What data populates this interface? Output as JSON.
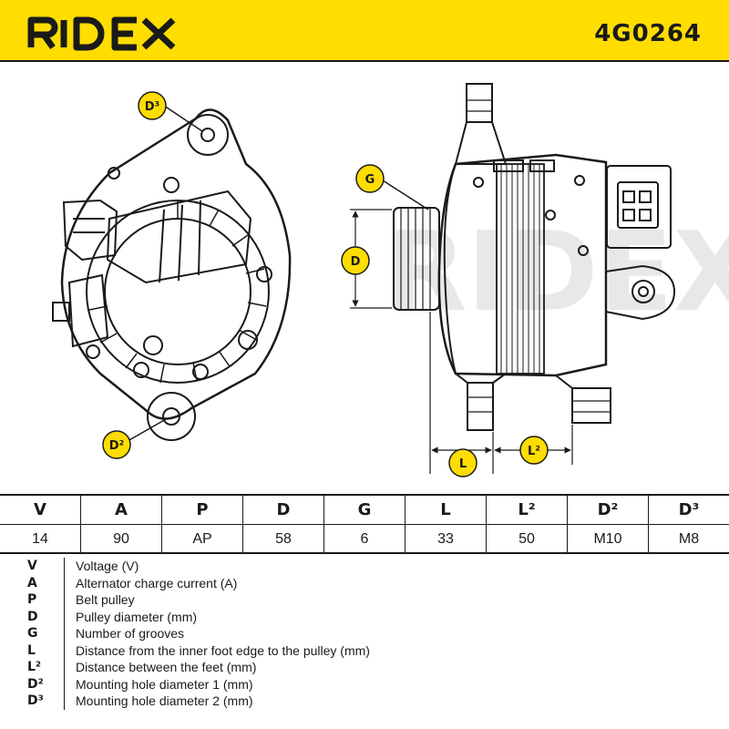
{
  "brand": {
    "logo_text": "RIDEX",
    "part_number": "4G0264",
    "accent": "#ffdd00"
  },
  "diagram": {
    "labels": {
      "d3": "D³",
      "d2": "D²",
      "g": "G",
      "d": "D",
      "l": "L",
      "l2": "L²"
    }
  },
  "specs": {
    "headers": [
      "V",
      "A",
      "P",
      "D",
      "G",
      "L",
      "L²",
      "D²",
      "D³"
    ],
    "values": [
      "14",
      "90",
      "AP",
      "58",
      "6",
      "33",
      "50",
      "M10",
      "M8"
    ]
  },
  "legend": [
    {
      "key": "V",
      "text": "Voltage (V)"
    },
    {
      "key": "A",
      "text": "Alternator charge current (A)"
    },
    {
      "key": "P",
      "text": "Belt pulley"
    },
    {
      "key": "D",
      "text": "Pulley diameter (mm)"
    },
    {
      "key": "G",
      "text": "Number of grooves"
    },
    {
      "key": "L",
      "text": "Distance from the inner foot edge to the pulley (mm)"
    },
    {
      "key": "L²",
      "text": "Distance between the feet (mm)"
    },
    {
      "key": "D²",
      "text": "Mounting hole diameter 1 (mm)"
    },
    {
      "key": "D³",
      "text": "Mounting hole diameter 2 (mm)"
    }
  ]
}
